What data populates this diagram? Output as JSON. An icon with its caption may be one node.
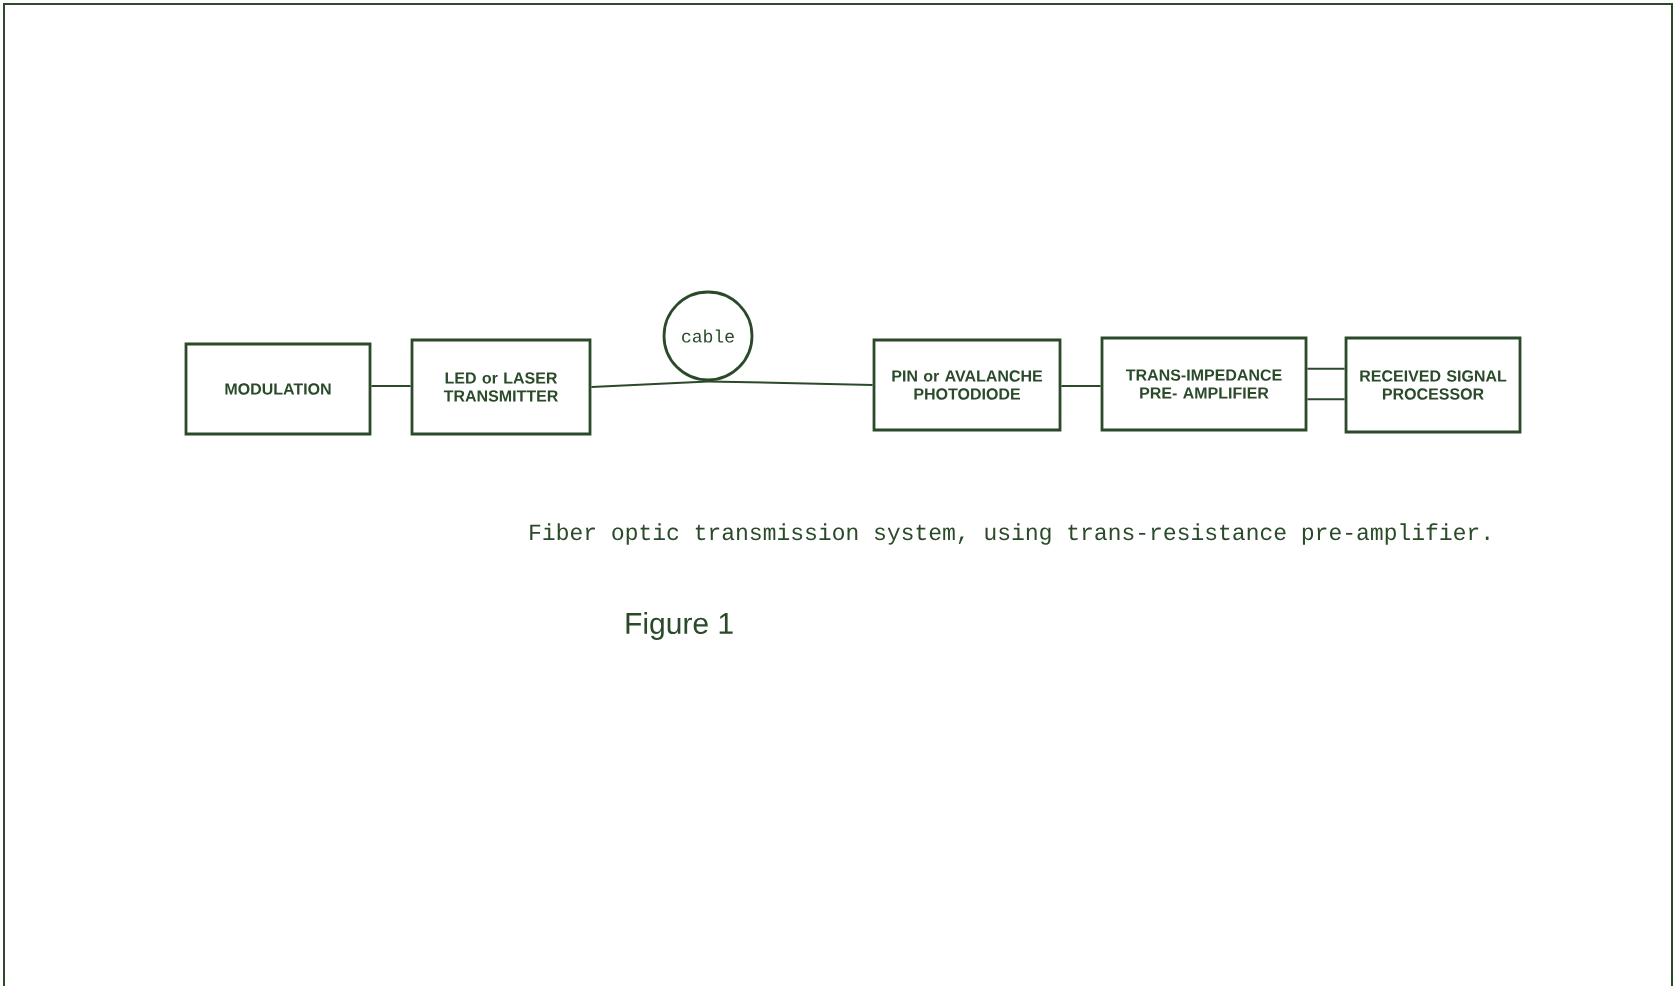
{
  "diagram": {
    "caption": "Fiber optic transmission system, using trans-resistance pre-amplifier.",
    "nodes": [
      {
        "text": [
          "MODULATION"
        ]
      },
      {
        "text": [
          "LED or LASER TRANSMITTER"
        ]
      },
      {
        "text": [
          "cable"
        ]
      },
      {
        "text": [
          "PIN or AVALANCHE PHOTODIODE"
        ]
      },
      {
        "text": [
          "TRANS-IMPEDANCE PRE- AMPLIFIER"
        ]
      },
      {
        "text": [
          "RECEIVED SIGNAL PROCESSOR"
        ]
      }
    ],
    "edges": [
      {
        "from": 0,
        "to": 1,
        "arrow": "none"
      },
      {
        "from": 1,
        "to": 2,
        "arrow": "none"
      },
      {
        "from": 2,
        "to": 3,
        "arrow": "none"
      },
      {
        "from": 3,
        "to": 4,
        "arrow": "none"
      },
      {
        "from": 4,
        "to": 5,
        "arrow": "none"
      },
      {
        "from": 4,
        "to": 5,
        "arrow": "none"
      }
    ],
    "labels": [
      "Figure 1"
    ]
  }
}
